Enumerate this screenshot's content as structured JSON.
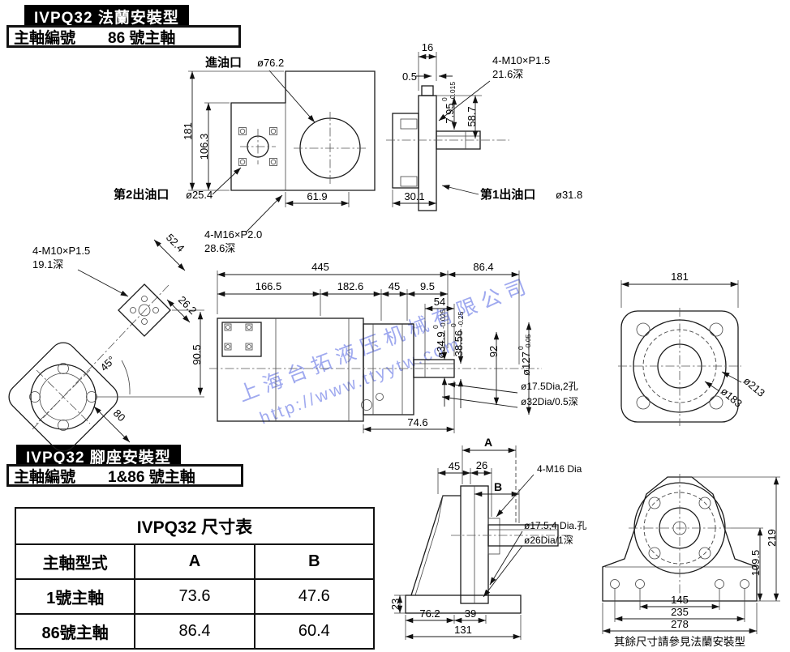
{
  "watermark": {
    "line1": "上海台拓液压机械有限公司",
    "line2": "http://www.ttyytw.com",
    "color": "#4054e0"
  },
  "flange_header": {
    "title": "IVPQ32 法蘭安裝型",
    "spindle_label": "主軸編號",
    "spindle_value": "86 號主軸"
  },
  "foot_header": {
    "title": "IVPQ32 腳座安裝型",
    "spindle_label": "主軸編號",
    "spindle_value": "1&86 號主軸"
  },
  "size_table": {
    "title": "IVPQ32 尺寸表",
    "headers": [
      "主軸型式",
      "A",
      "B"
    ],
    "rows": [
      [
        "1號主軸",
        "73.6",
        "47.6"
      ],
      [
        "86號主軸",
        "86.4",
        "60.4"
      ]
    ]
  },
  "tol": {
    "zero": "0"
  },
  "top_view": {
    "inlet_label": "進油口",
    "inlet_dia": "ø76.2",
    "dim_plate": "16",
    "dim_half": "0.5",
    "thread_m10": "4-M10×P1.5",
    "thread_m10_depth": "21.6深",
    "dim_height": "181",
    "dim_height2": "106.3",
    "dim_key": "7.95",
    "dim_key_tol": "-0.015",
    "dim_587": "58.7",
    "outlet2_label": "第2出油口",
    "outlet2_dia": "ø25.4",
    "dim_619": "61.9",
    "dim_301": "30.1",
    "outlet1_label": "第1出油口",
    "outlet1_dia": "ø31.8",
    "thread_m16": "4-M16×P2.0",
    "thread_m16_depth": "28.6深"
  },
  "side_view": {
    "thread_m10": "4-M10×P1.5",
    "thread_m10_depth": "19.1深",
    "dim_524": "52.4",
    "dim_262": "26.2",
    "dim_45deg": "45°",
    "dim_80": "80",
    "dim_905": "90.5",
    "dim_445": "445",
    "dim_864": "86.4",
    "dim_1665": "166.5",
    "dim_1826": "182.6",
    "dim_45": "45",
    "dim_95": "9.5",
    "dim_54": "54",
    "dim_shaft": "ø34.9",
    "dim_shaft_tol": "-0.025",
    "dim_key": "38.56",
    "dim_key_tol": "-0.25",
    "dim_92": "92",
    "dim_pilot": "ø127",
    "dim_pilot_tol": "-0.05",
    "dim_746": "74.6",
    "note_holes1": "ø17.5Dia,2孔",
    "note_holes2": "ø32Dia/0.5深",
    "dim_181": "181",
    "dim_213": "ø213",
    "dim_183": "ø183"
  },
  "foot_view": {
    "dim_A": "A",
    "dim_B": "B",
    "dim_45": "45",
    "dim_26": "26",
    "note_m16": "4-M16 Dia",
    "note_holes1": "ø17.5,4 Dia.孔",
    "note_holes2": "ø26Dia/1深",
    "dim_23": "23",
    "dim_762": "76.2",
    "dim_39": "39",
    "dim_131": "131",
    "dim_219": "219",
    "dim_1095": "109.5",
    "dim_145": "145",
    "dim_235": "235",
    "dim_278": "278",
    "note_ref": "其餘尺寸請參見法蘭安裝型"
  }
}
